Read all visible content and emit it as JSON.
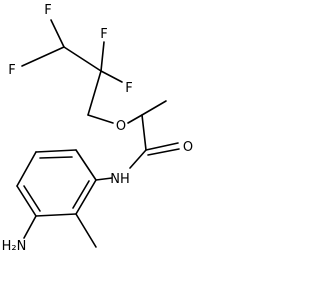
{
  "molecule": {
    "labels": {
      "f_top": "F",
      "f_left": "F",
      "f_right_top": "F",
      "f_right_bottom": "F",
      "oxygen_ether": "O",
      "oxygen_carbonyl": "O",
      "amide_nh": "NH",
      "amine_h2n": "H₂N"
    }
  }
}
